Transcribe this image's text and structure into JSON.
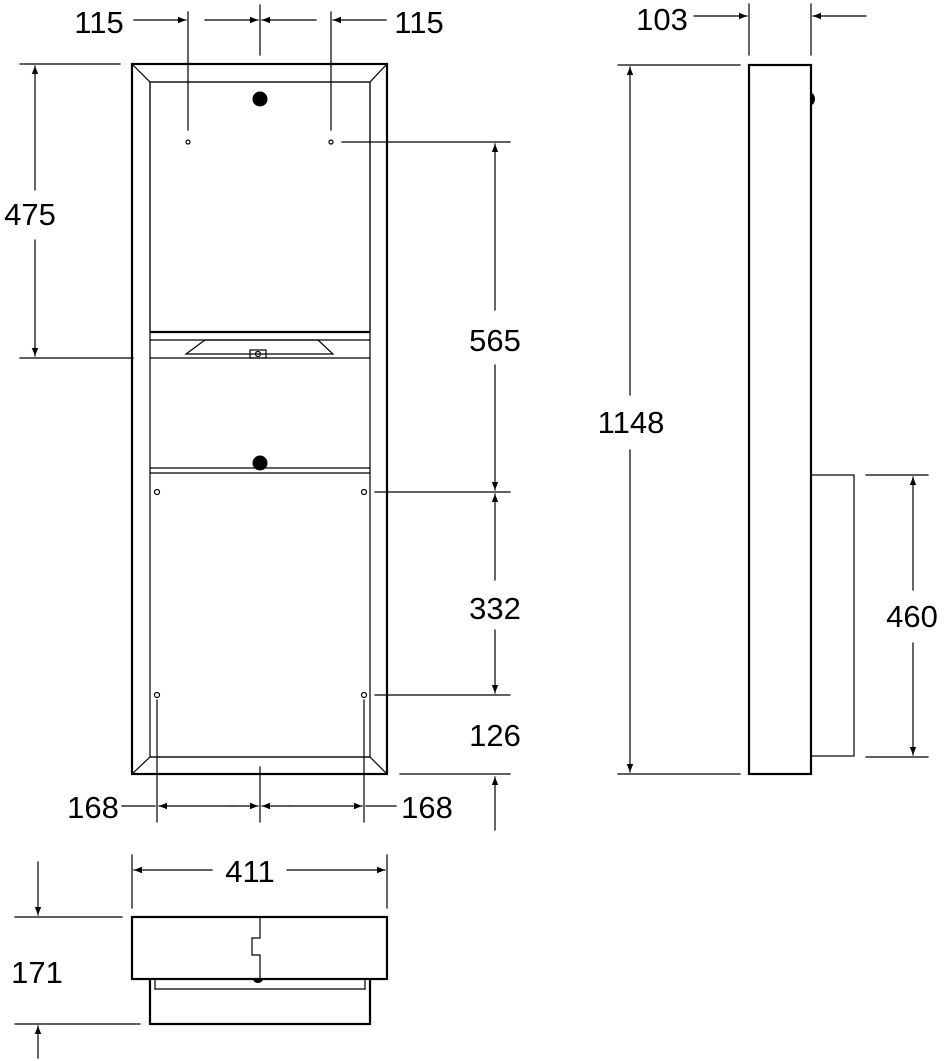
{
  "drawing": {
    "front_view": {
      "dims": {
        "top_left_offset": "115",
        "top_right_offset": "115",
        "upper_height": "475",
        "mount_span_top": "565",
        "mount_span_bottom": "332",
        "bottom_offset": "126",
        "bottom_left_offset": "168",
        "bottom_right_offset": "168"
      }
    },
    "side_view": {
      "dims": {
        "depth": "103",
        "total_height": "1148",
        "bin_height": "460"
      }
    },
    "bottom_view": {
      "dims": {
        "width": "411",
        "height": "171"
      }
    }
  }
}
